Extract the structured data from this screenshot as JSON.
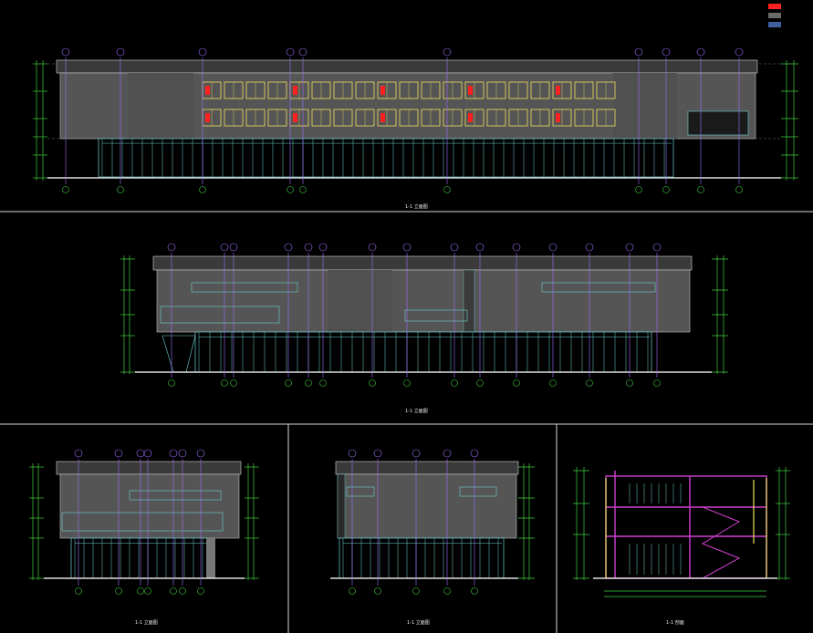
{
  "drawing": {
    "background": "#000000",
    "colors": {
      "facade_gray": "#5a5a5a",
      "glazing_line": "#6fd0d0",
      "grid_purple": "#a070ff",
      "window_yellow": "#f0e060",
      "ground_line": "#e0e0e0",
      "dimension_green": "#40d040",
      "frame_red": "#ff2020",
      "section_magenta": "#d040d0",
      "view_border": "#ffffff"
    },
    "legend": {
      "items": [
        {
          "label": "",
          "color": "#ff2020"
        },
        {
          "label": "",
          "color": "#6a6a6a"
        },
        {
          "label": "",
          "color": "#4060a0"
        }
      ]
    },
    "views": [
      {
        "name": "elevation-1",
        "caption": "1-1 立面图"
      },
      {
        "name": "elevation-2",
        "caption": "1-1 立面图"
      },
      {
        "name": "elevation-3",
        "caption": "1-1 立面图"
      },
      {
        "name": "elevation-4",
        "caption": "1-1 立面图"
      },
      {
        "name": "section-1",
        "caption": "1-1 剖面"
      }
    ]
  }
}
